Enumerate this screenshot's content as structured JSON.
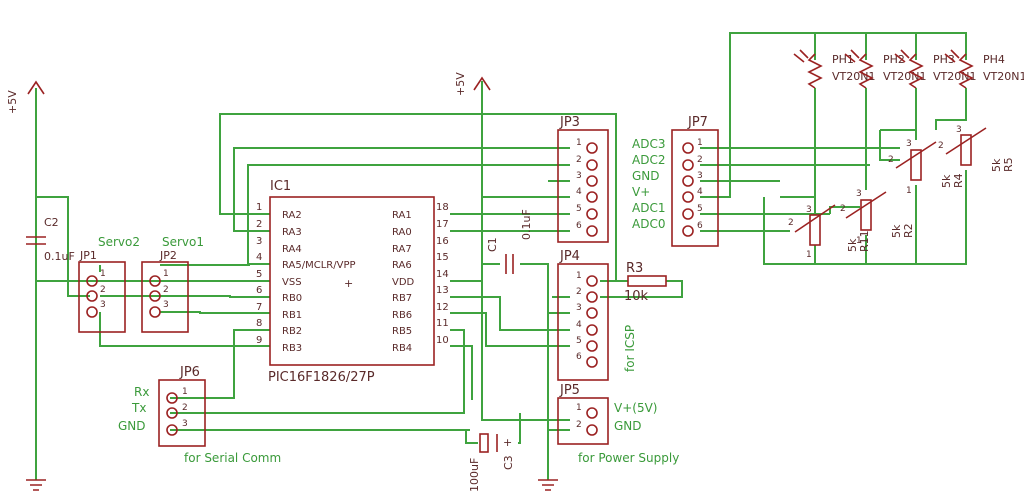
{
  "supply": {
    "p5v_left": "+5V",
    "p5v_mid": "+5V"
  },
  "ic1": {
    "ref": "IC1",
    "part": "PIC16F1826/27P",
    "left_pins": [
      {
        "num": "1",
        "name": "RA2"
      },
      {
        "num": "2",
        "name": "RA3"
      },
      {
        "num": "3",
        "name": "RA4"
      },
      {
        "num": "4",
        "name": "RA5/MCLR/VPP"
      },
      {
        "num": "5",
        "name": "VSS"
      },
      {
        "num": "6",
        "name": "RB0"
      },
      {
        "num": "7",
        "name": "RB1"
      },
      {
        "num": "8",
        "name": "RB2"
      },
      {
        "num": "9",
        "name": "RB3"
      }
    ],
    "right_pins": [
      {
        "num": "18",
        "name": "RA1"
      },
      {
        "num": "17",
        "name": "RA0"
      },
      {
        "num": "16",
        "name": "RA7"
      },
      {
        "num": "15",
        "name": "RA6"
      },
      {
        "num": "14",
        "name": "VDD"
      },
      {
        "num": "13",
        "name": "RB7"
      },
      {
        "num": "12",
        "name": "RB6"
      },
      {
        "num": "11",
        "name": "RB5"
      },
      {
        "num": "10",
        "name": "RB4"
      }
    ]
  },
  "c1": {
    "ref": "C1",
    "value": "0.1uF"
  },
  "c2": {
    "ref": "C2",
    "value": "0.1uF"
  },
  "c3": {
    "ref": "C3",
    "value": "100uF"
  },
  "r3": {
    "ref": "R3",
    "value": "10k"
  },
  "jp1": {
    "ref": "JP1",
    "label": "Servo2",
    "pins": [
      "1",
      "2",
      "3"
    ]
  },
  "jp2": {
    "ref": "JP2",
    "label": "Servo1",
    "pins": [
      "1",
      "2",
      "3"
    ]
  },
  "jp3": {
    "ref": "JP3",
    "pins": [
      "1",
      "2",
      "3",
      "4",
      "5",
      "6"
    ]
  },
  "jp4": {
    "ref": "JP4",
    "label": "for ICSP",
    "pins": [
      "1",
      "2",
      "3",
      "4",
      "5",
      "6"
    ]
  },
  "jp5": {
    "ref": "JP5",
    "label": "for Power Supply",
    "pins": [
      "1",
      "2"
    ],
    "nets": [
      "V+(5V)",
      "GND"
    ]
  },
  "jp6": {
    "ref": "JP6",
    "label": "for Serial Comm",
    "pins": [
      "1",
      "2",
      "3"
    ],
    "nets": [
      "Rx",
      "Tx",
      "GND"
    ]
  },
  "jp7": {
    "ref": "JP7",
    "pins": [
      "1",
      "2",
      "3",
      "4",
      "5",
      "6"
    ],
    "nets": [
      "ADC3",
      "ADC2",
      "GND",
      "V+",
      "ADC1",
      "ADC0"
    ]
  },
  "photos": [
    {
      "ref": "PH1",
      "value": "VT20N1"
    },
    {
      "ref": "PH2",
      "value": "VT20N1"
    },
    {
      "ref": "PH3",
      "value": "VT20N1"
    },
    {
      "ref": "PH4",
      "value": "VT20N1"
    }
  ],
  "pots": [
    {
      "ref": "R11",
      "value": "5k"
    },
    {
      "ref": "R2",
      "value": "5k"
    },
    {
      "ref": "R4",
      "value": "5k"
    },
    {
      "ref": "R5",
      "value": "5k"
    }
  ],
  "pin_nums": {
    "one": "1",
    "two": "2",
    "three": "3"
  },
  "plus": "+"
}
